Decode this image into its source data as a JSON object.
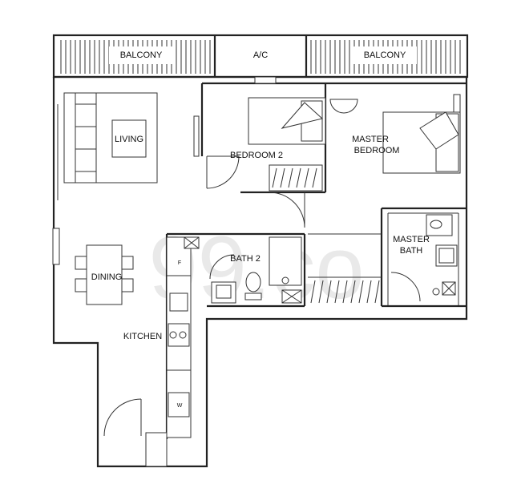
{
  "watermark": "99.co",
  "rooms": {
    "balcony_left": "BALCONY",
    "ac": "A/C",
    "balcony_right": "BALCONY",
    "living": "LIVING",
    "bedroom2": "BEDROOM 2",
    "master_bedroom_line1": "MASTER",
    "master_bedroom_line2": "BEDROOM",
    "master_bath_line1": "MASTER",
    "master_bath_line2": "BATH",
    "bath2": "BATH 2",
    "dining": "DINING",
    "kitchen": "KITCHEN"
  },
  "appliance_labels": {
    "fridge": "F",
    "washer": "W"
  }
}
